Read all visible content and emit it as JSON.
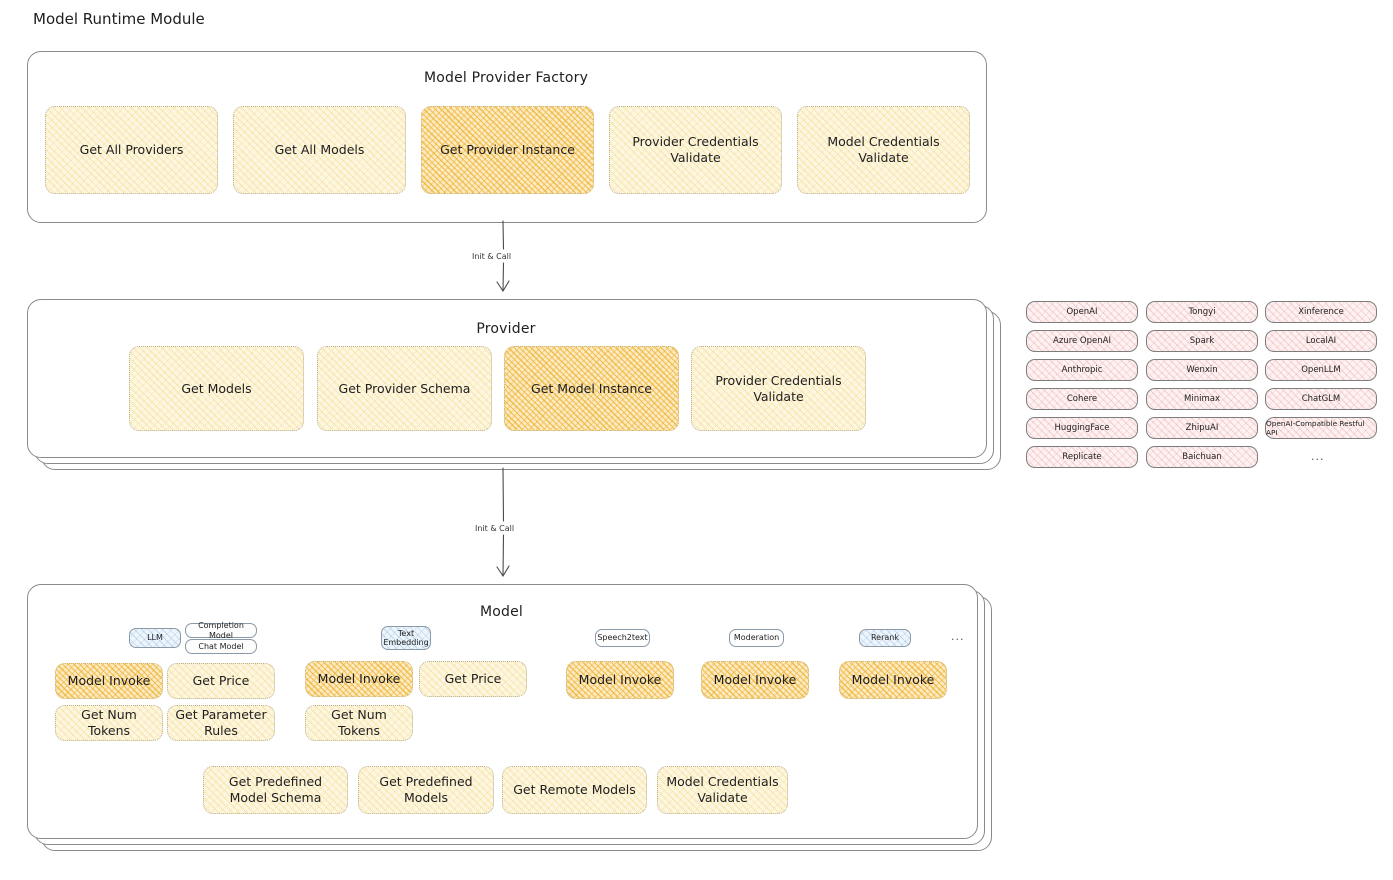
{
  "page": {
    "title": "Model Runtime Module"
  },
  "factory": {
    "title": "Model Provider Factory",
    "nodes": [
      {
        "label": "Get All Providers",
        "style": "light"
      },
      {
        "label": "Get All Models",
        "style": "light"
      },
      {
        "label": "Get Provider Instance",
        "style": "highlight"
      },
      {
        "label": "Provider Credentials Validate",
        "style": "light"
      },
      {
        "label": "Model Credentials Validate",
        "style": "light"
      }
    ]
  },
  "arrows": [
    {
      "label": "Init & Call"
    },
    {
      "label": "Init & Call"
    }
  ],
  "provider": {
    "title": "Provider",
    "nodes": [
      {
        "label": "Get Models",
        "style": "light"
      },
      {
        "label": "Get Provider Schema",
        "style": "light"
      },
      {
        "label": "Get Model Instance",
        "style": "highlight"
      },
      {
        "label": "Provider Credentials Validate",
        "style": "light"
      }
    ]
  },
  "provider_list": {
    "columns": [
      [
        "OpenAI",
        "Azure OpenAI",
        "Anthropic",
        "Cohere",
        "HuggingFace",
        "Replicate"
      ],
      [
        "Tongyi",
        "Spark",
        "Wenxin",
        "Minimax",
        "ZhipuAI",
        "Baichuan"
      ],
      [
        "Xinference",
        "LocalAI",
        "OpenLLM",
        "ChatGLM",
        "OpenAI-Compatible Restful API"
      ]
    ],
    "more": "..."
  },
  "model": {
    "title": "Model",
    "more": "...",
    "types": [
      {
        "name": "LLM",
        "style": "blue"
      },
      {
        "name": "Completion Model",
        "style": "plain"
      },
      {
        "name": "Chat Model",
        "style": "plain"
      },
      {
        "name": "Text Embedding",
        "style": "blue"
      },
      {
        "name": "Speech2text",
        "style": "plain"
      },
      {
        "name": "Moderation",
        "style": "plain"
      },
      {
        "name": "Rerank",
        "style": "blue"
      }
    ],
    "groups": [
      {
        "type": "LLM",
        "ops": [
          "Model Invoke",
          "Get Price",
          "Get Num Tokens",
          "Get Parameter Rules"
        ]
      },
      {
        "type": "Text Embedding",
        "ops": [
          "Model Invoke",
          "Get Price",
          "Get Num Tokens"
        ]
      },
      {
        "type": "Speech2text",
        "ops": [
          "Model Invoke"
        ]
      },
      {
        "type": "Moderation",
        "ops": [
          "Model Invoke"
        ]
      },
      {
        "type": "Rerank",
        "ops": [
          "Model Invoke"
        ]
      }
    ],
    "common_ops": [
      "Get Predefined Model Schema",
      "Get Predefined Models",
      "Get Remote Models",
      "Model Credentials Validate"
    ]
  },
  "colors": {
    "highlight": "#eeb027",
    "light": "#fdf6e0",
    "blue": "#eef5fb",
    "pink": "#fdf1f1",
    "stroke": "#8a8a8a"
  }
}
